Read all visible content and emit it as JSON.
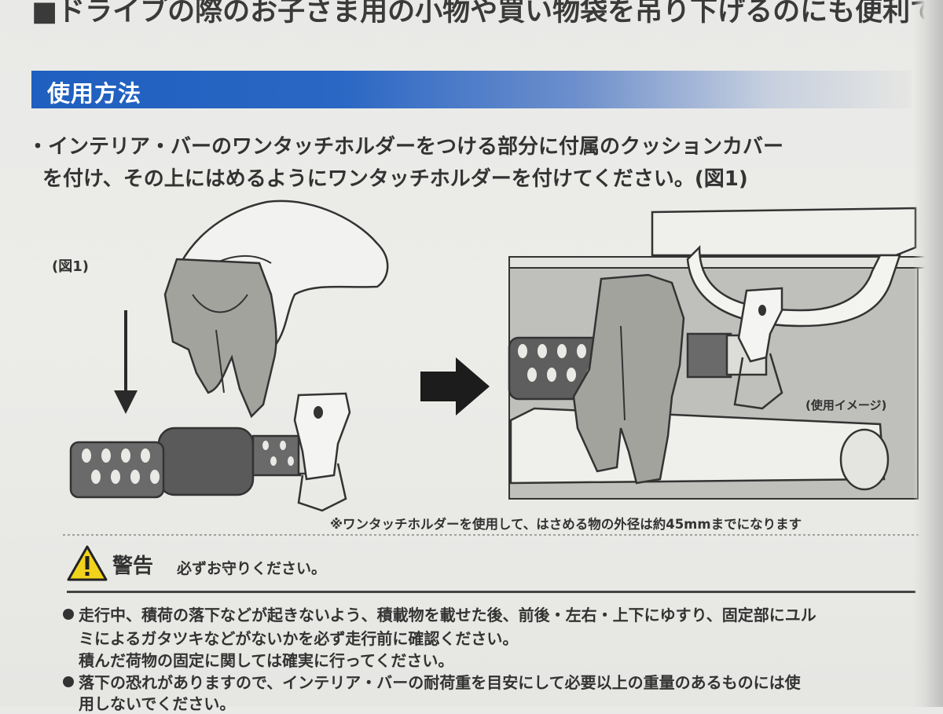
{
  "top_text": "■ドライブの際のお子さま用の小物や買い物袋を吊り下げるのにも便利です。",
  "section_title": "使用方法",
  "instruction_lines": [
    "・インテリア・バーのワンタッチホルダーをつける部分に付属のクッションカバー",
    "を付け、その上にはめるようにワンタッチホルダーを付けてください。(図1)"
  ],
  "figure_label": "(図1)",
  "usage_image_label": "(使用イメージ)",
  "note": "※ワンタッチホルダーを使用して、はさめる物の外径は約45mmまでになります",
  "warning": {
    "title": "警告",
    "subtitle": "必ずお守りください。",
    "items": [
      {
        "lines": [
          "走行中、積荷の落下などが起きないよう、積載物を載せた後、前後・左右・上下にゆすり、固定部にユル",
          "ミによるガタツキなどがないかを必ず走行前に確認ください。",
          "積んだ荷物の固定に関しては確実に行ってください。"
        ]
      },
      {
        "lines": [
          "落下の恐れがありますので、インテリア・バーの耐荷重を目安にして必要以上の重量のあるものには使",
          "用しないでください。"
        ]
      }
    ]
  },
  "colors": {
    "section_bar": "#1f5fbf",
    "warning_yellow": "#f1d31c",
    "gray_holder": "#9d9d99",
    "dark_tube": "#555555"
  }
}
